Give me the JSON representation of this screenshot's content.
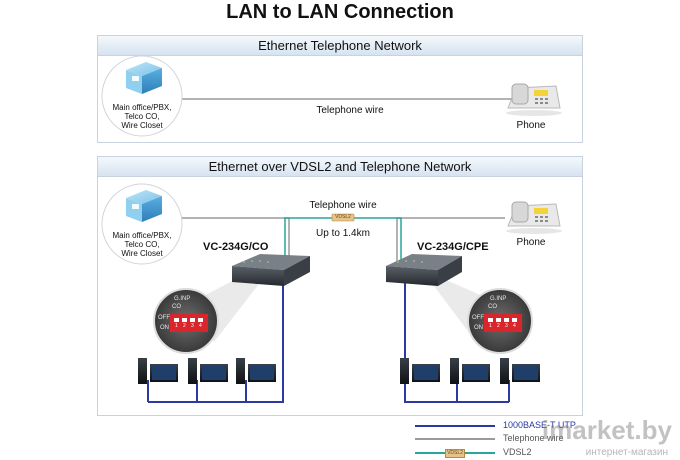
{
  "title": "LAN to LAN Connection",
  "panel1": {
    "header": "Ethernet Telephone Network",
    "office_caption": [
      "Main office/PBX,",
      "Telco CO,",
      "Wire Closet"
    ],
    "wire_label": "Telephone wire",
    "phone_label": "Phone"
  },
  "panel2": {
    "header": "Ethernet over VDSL2 and Telephone Network",
    "office_caption": [
      "Main office/PBX,",
      "Telco CO,",
      "Wire Closet"
    ],
    "wire_label": "Telephone wire",
    "vdsl_tag": "VDSL2",
    "distance": "Up to 1.4km",
    "phone_label": "Phone",
    "model_co": "VC-234G/CO",
    "model_cpe": "VC-234G/CPE",
    "dip_left": {
      "on": "ON",
      "off": "OFF",
      "top": "G.INP",
      "co": "CO",
      "nums": [
        "1",
        "2",
        "3",
        "4"
      ]
    },
    "dip_right": {
      "on": "ON",
      "off": "OFF",
      "top": "G.INP",
      "co": "CO",
      "nums": [
        "1",
        "2",
        "3",
        "4"
      ]
    }
  },
  "legend": [
    {
      "label": "1000BASE-T UTP",
      "color": "#2b3aa0"
    },
    {
      "label": "Telephone wire",
      "color": "#9a9a9a"
    },
    {
      "label": "VDSL2",
      "color": "#2aa59a"
    }
  ],
  "legend_vdsl_tag": "VDSL2",
  "watermark": "imarket.by",
  "watermark_sub": "интернет-магазин",
  "colors": {
    "utp": "#2b3aa0",
    "phone_wire": "#9a9a9a",
    "vdsl": "#2aa59a",
    "dip_red": "#d8262c"
  }
}
